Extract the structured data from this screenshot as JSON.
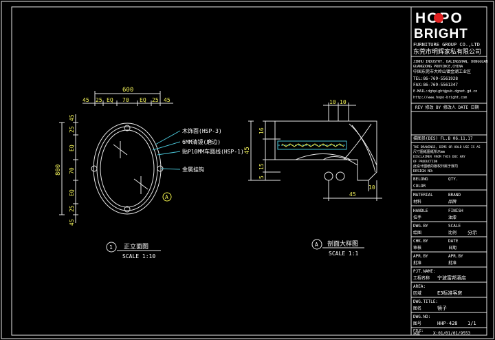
{
  "brand": {
    "logo_text_top": "HOPO",
    "logo_text_bottom": "BRIGHT",
    "company_en": "FURNITURE GROUP CO.,LTD",
    "company_cn": "东莞市明辉家私有限公司",
    "address_lines": [
      "JINHU INDUSTRY, DALINGSHAN, DONGGUAN",
      "GUANGDONG PROVINCE,CHINA",
      "中国东莞市大岭山镇金湖工业区",
      "TEL:86-769-5561928",
      "FAX:86-769-5561347",
      "E-MAIL:dghpight@pub.dgnet.gd.cn",
      "http://www.hopo-bright.com"
    ]
  },
  "title_block": {
    "rev_header": "REV 修改  BY 修改人  DATE 日期",
    "rev_row": "描图员(DES) FL.B   06.11.17",
    "notes": [
      "THE DRAWINGS, DIMS OR HOLD USE IS AS",
      "尺寸图纸图纸所示mm",
      "DISCLAIMER FROM THIS DOC ANY",
      "OF PRODUCTION",
      "此设计图纸的版权归属于我司",
      "DESIGN NO:"
    ],
    "fields": [
      [
        "BELONG",
        "",
        "QTY.",
        ""
      ],
      [
        "COLOR",
        "",
        "",
        ""
      ],
      [
        "MATERIAL",
        "",
        "BRAND",
        ""
      ],
      [
        "材料",
        "",
        "品牌",
        ""
      ],
      [
        "HANDLE",
        "",
        "FINISH",
        ""
      ],
      [
        "拉手",
        "",
        "油漆",
        ""
      ],
      [
        "DWG.BY",
        "",
        "SCALE",
        ""
      ],
      [
        "绘图",
        "",
        "比例",
        "分示"
      ],
      [
        "CHK.BY",
        "",
        "DATE",
        ""
      ],
      [
        "审核",
        "",
        "日期",
        ""
      ],
      [
        "APR.BY",
        "",
        "APR.BY",
        ""
      ],
      [
        "批准",
        "",
        "批准",
        ""
      ]
    ],
    "project_label": "PJT.NAME:",
    "project_label_cn": "工程名称",
    "project_value": "宁波富邦酒店",
    "area_label": "AREA:",
    "area_label_cn": "区域",
    "area_value": "E3标准客房",
    "dwg_title_label": "DWG.TITLE:",
    "dwg_title_label_cn": "图名",
    "dwg_title_value": "镜子",
    "dwg_no_label": "DWG.NO:",
    "dwg_no_label_cn": "图号",
    "dwg_no_value": "HHP-428",
    "sheet": "1/1",
    "file_label": "FILE:",
    "file_label_cn": "档案",
    "file_value": "X:01/01/01/9553"
  },
  "front_view": {
    "dims_top": [
      "45",
      "25",
      "EQ",
      "70",
      "EQ",
      "25",
      "45"
    ],
    "overall_width": "600",
    "dims_left": [
      "45",
      "25",
      "EQ",
      "70",
      "EQ",
      "25",
      "45"
    ],
    "overall_height": "800",
    "callouts": [
      "木饰面(HSP-3)",
      "6MM清镜(磨边)",
      "贴P10MM车圆线(HSP-1)",
      "金属挂钩"
    ],
    "caption_number": "1",
    "caption_title": "正立面图",
    "caption_scale": "SCALE 1:10"
  },
  "section_view": {
    "dims_top": [
      "10",
      "10"
    ],
    "dims_left": [
      "16",
      "15",
      "5"
    ],
    "overall_height": "45",
    "dims_right": [
      "10"
    ],
    "dims_bottom": [
      "45"
    ],
    "section_mark": "A",
    "caption_letter": "A",
    "caption_title": "剖面大样图",
    "caption_scale": "SCALE 1:1"
  }
}
